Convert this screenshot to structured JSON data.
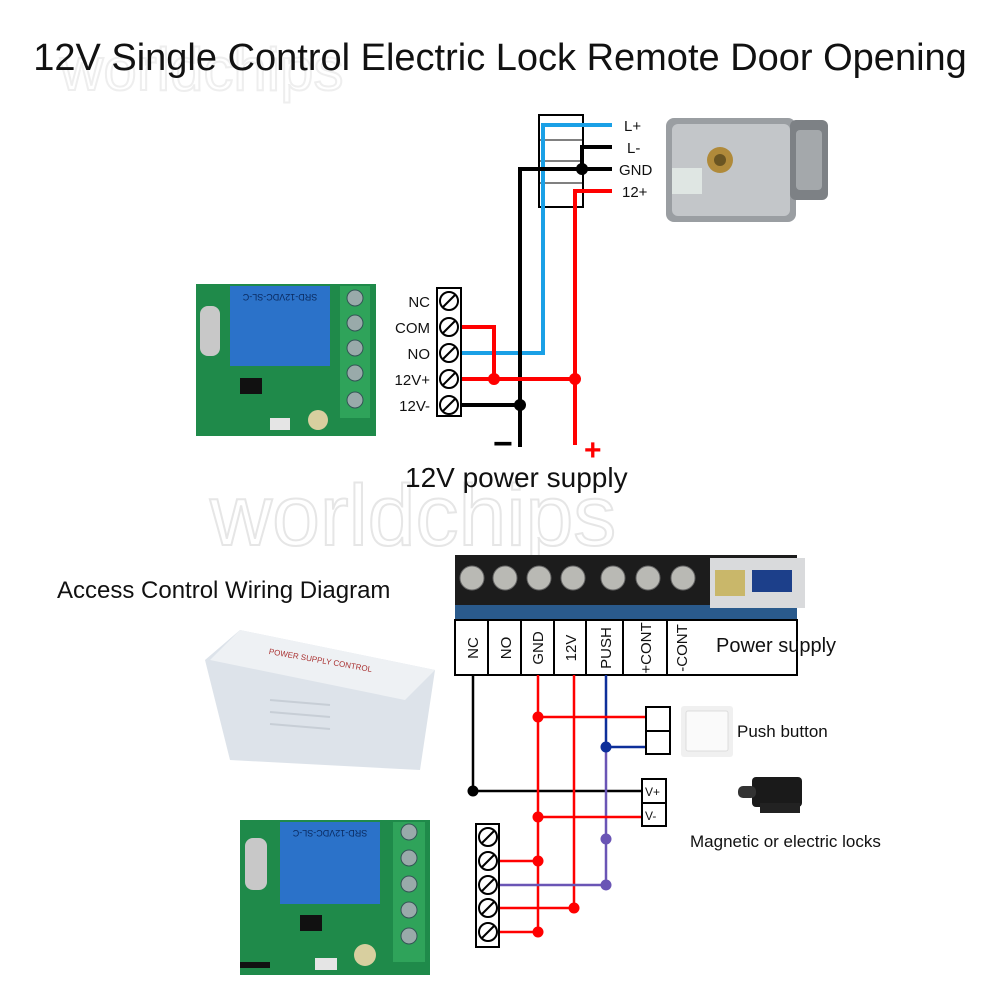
{
  "title": "12V Single Control Electric Lock Remote Door Opening",
  "watermark": "worldchips",
  "top_diagram": {
    "lock_terminals": [
      "L+",
      "L-",
      "GND",
      "12+"
    ],
    "relay_terminals": [
      "NC",
      "COM",
      "NO",
      "12V+",
      "12V-"
    ],
    "minus_sign": "−",
    "plus_sign": "+",
    "supply_label": "12V power supply",
    "relay_chip_text": "SRD-12VDC-SL-C"
  },
  "bottom_diagram": {
    "heading": "Access Control Wiring Diagram",
    "psu_terminals": [
      "NC",
      "NO",
      "GND",
      "12V",
      "PUSH",
      "+CONT",
      "-CONT"
    ],
    "power_supply_label": "Power supply",
    "push_button_label": "Push button",
    "lock_terminals": [
      "V+",
      "V-"
    ],
    "lock_label": "Magnetic or electric locks",
    "controller_box_text": "POWER SUPPLY CONTROL"
  },
  "colors": {
    "red": "#ff0000",
    "blue": "#1aa0e6",
    "black": "#000000",
    "navy": "#0d2f9a",
    "purple": "#6a55b5"
  }
}
